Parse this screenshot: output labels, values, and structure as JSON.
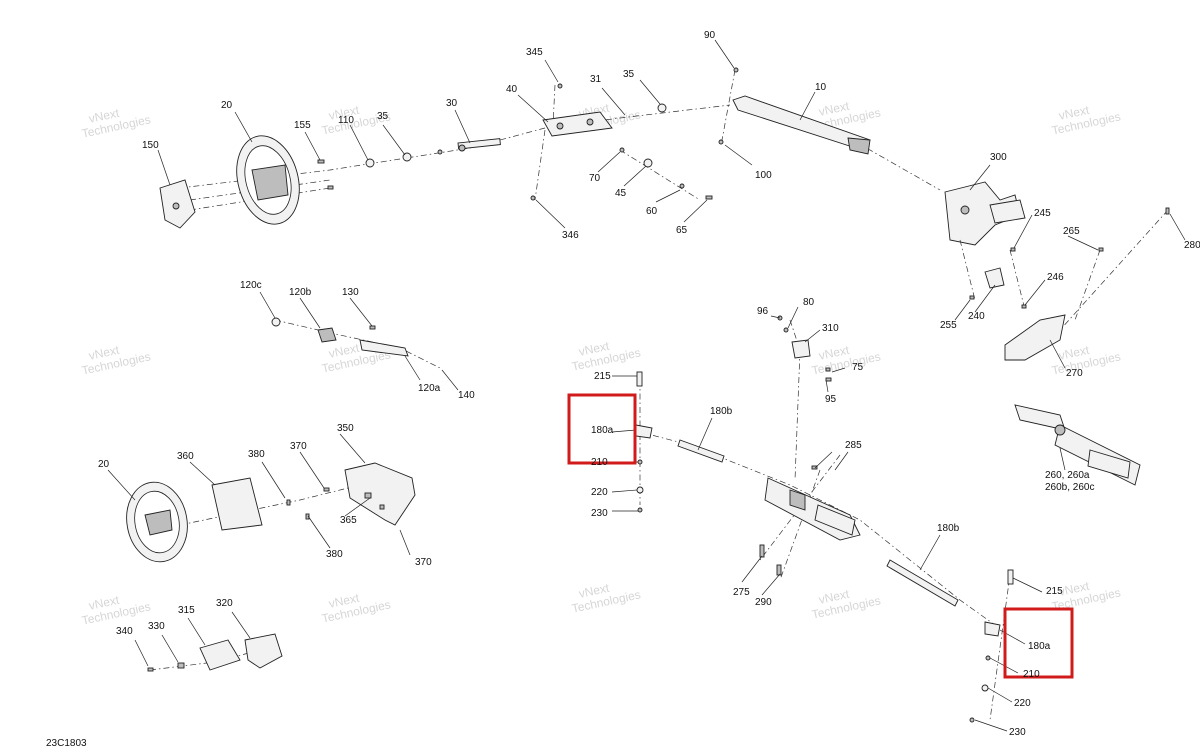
{
  "diagram_code": "23C1803",
  "watermark": [
    "vNext",
    "Technologies"
  ],
  "highlight_color": "#d11a1a",
  "callouts": {
    "c20a": "20",
    "c150": "150",
    "c155": "155",
    "c110": "110",
    "c35a": "35",
    "c30": "30",
    "c40": "40",
    "c345": "345",
    "c31": "31",
    "c35b": "35",
    "c90": "90",
    "c10": "10",
    "c100": "100",
    "c70": "70",
    "c45": "45",
    "c60": "60",
    "c65": "65",
    "c346": "346",
    "c300": "300",
    "c245": "245",
    "c265": "265",
    "c280": "280",
    "c246": "246",
    "c255": "255",
    "c240": "240",
    "c270": "270",
    "c120c": "120c",
    "c120b": "120b",
    "c130": "130",
    "c120a": "120a",
    "c140": "140",
    "c96": "96",
    "c80": "80",
    "c310": "310",
    "c75": "75",
    "c95": "95",
    "c215a": "215",
    "c180aL": "180a",
    "c210a": "210",
    "c220a": "220",
    "c230a": "230",
    "c180bT": "180b",
    "c285": "285",
    "c275": "275",
    "c290": "290",
    "c180bB": "180b",
    "c215b": "215",
    "c180aR": "180a",
    "c210b": "210",
    "c220b": "220",
    "c230b": "230",
    "c260a": "260, 260a",
    "c260b": "260b, 260c",
    "c20b": "20",
    "c360": "360",
    "c380a": "380",
    "c370a": "370",
    "c350": "350",
    "c365": "365",
    "c380b": "380",
    "c370b": "370",
    "c340": "340",
    "c330": "330",
    "c315": "315",
    "c320": "320"
  }
}
